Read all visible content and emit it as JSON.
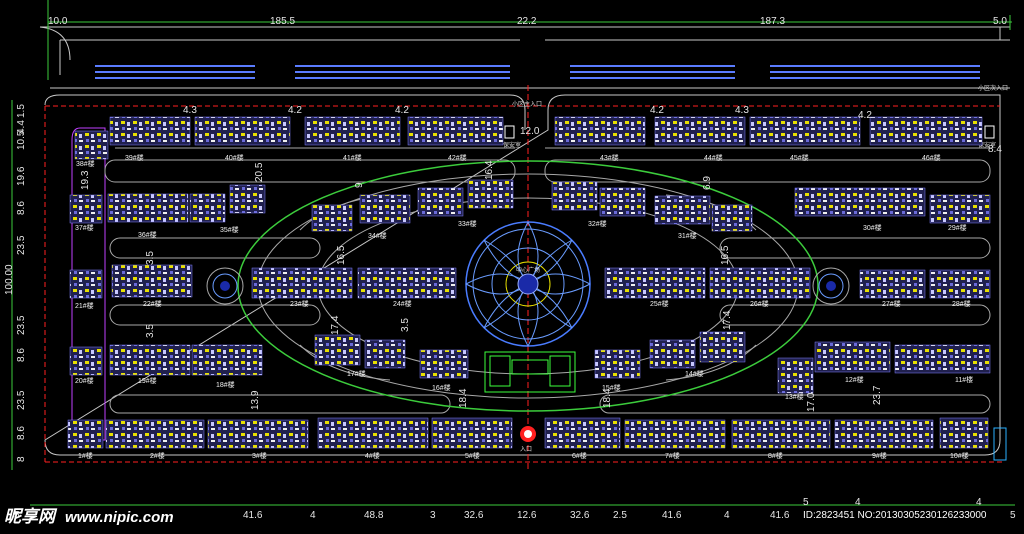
{
  "top_dims": [
    "10.0",
    "185.5",
    "22.2",
    "187.3",
    "5.0"
  ],
  "left_dims": [
    "1.5",
    "4.4",
    "10.5",
    "19.6",
    "8.6",
    "23.5",
    "100.00",
    "23.5",
    "8.6",
    "23.5",
    "8.6",
    "8"
  ],
  "bottom_dims": [
    "5",
    "41.6",
    "4",
    "48.8",
    "3",
    "32.6",
    "12.6",
    "32.6",
    "2.5",
    "41.6",
    "4",
    "41.6",
    "5",
    "4",
    "4",
    "5"
  ],
  "inner_dims": [
    "4.3",
    "4.2",
    "4.2",
    "4.2",
    "4.3",
    "4.2",
    "12.0",
    "8.4",
    "19.3",
    "20.5",
    "9",
    "16.4",
    "6.9",
    "3.5",
    "16.5",
    "16.5",
    "3.5",
    "17.4",
    "3.5",
    "17.4",
    "13.9",
    "18.4",
    "18.4",
    "17.0",
    "23.7"
  ],
  "buildings": {
    "b1": "1#楼",
    "b2": "2#楼",
    "b3": "3#楼",
    "b4": "4#楼",
    "b5": "5#楼",
    "b6": "6#楼",
    "b7": "7#楼",
    "b8": "8#楼",
    "b9": "9#楼",
    "b10": "10#楼",
    "b11": "11#楼",
    "b12": "12#楼",
    "b13": "13#楼",
    "b14": "14#楼",
    "b15": "15#楼",
    "b16": "16#楼",
    "b17": "17#楼",
    "b18": "18#楼",
    "b19": "19#楼",
    "b20": "20#楼",
    "b21": "21#楼",
    "b22": "22#楼",
    "b23": "23#楼",
    "b24": "24#楼",
    "b25": "25#楼",
    "b26": "26#楼",
    "b27": "27#楼",
    "b28": "28#楼",
    "b29": "29#楼",
    "b30": "30#楼",
    "b31": "31#楼",
    "b32": "32#楼",
    "b33": "33#楼",
    "b34": "34#楼",
    "b35": "35#楼",
    "b36": "36#楼",
    "b37": "37#楼",
    "b38": "38#楼",
    "b39": "39#楼",
    "b40": "40#楼",
    "b41": "41#楼",
    "b42": "42#楼",
    "b43": "43#楼",
    "b44": "44#楼",
    "b45": "45#楼",
    "b46": "46#楼"
  },
  "notes": {
    "north_gate": "小区主入口",
    "east_gate": "小区次入口",
    "guard_left": "保安室",
    "guard_right": "保安室",
    "center_label": "中心广场",
    "bottom_gate": "入口"
  },
  "watermark": {
    "logo": "昵享网",
    "url": "www.nipic.com"
  },
  "image_id": "ID:2823451 NO:20130305230126233000",
  "colors": {
    "background": "#000000",
    "road": "#c8c8c8",
    "green": "#3ccc3c",
    "building_fill": "#2a2a5a",
    "building_accent": "#e8e000",
    "boundary_red": "#ff2020",
    "boundary_magenta": "#c040ff",
    "plaza": "#4a7cff"
  }
}
